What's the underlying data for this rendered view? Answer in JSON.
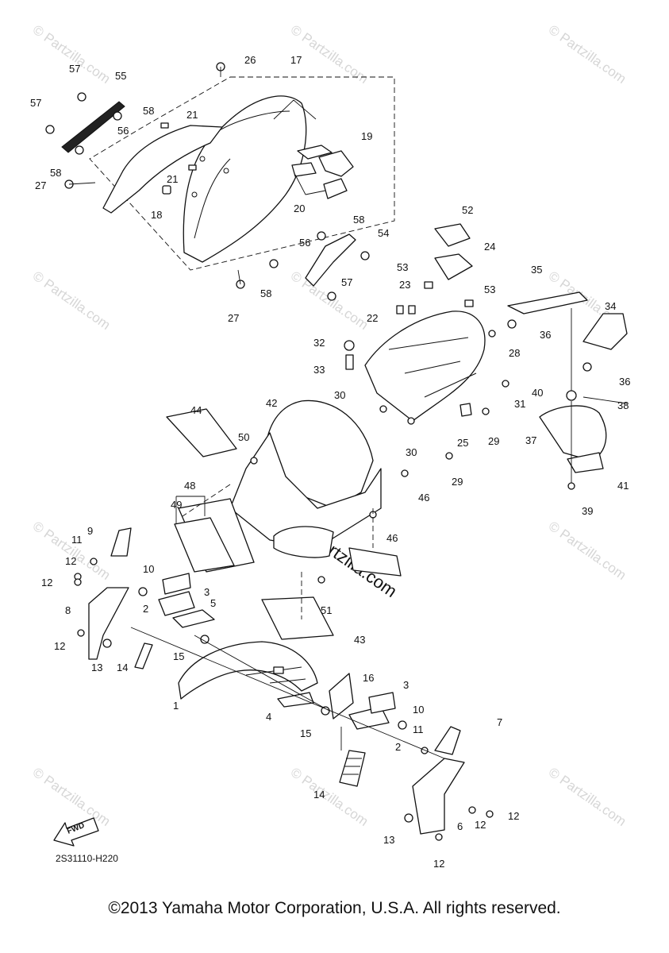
{
  "diagram": {
    "drawing_code": "2S31110-H220",
    "fwd_label": "FWD",
    "copyright": "©2013 Yamaha Motor Corporation, U.S.A. All rights reserved.",
    "watermark": "© Partzilla.com",
    "center_watermark": "© Partzilla.com",
    "callouts": {
      "c1": "1",
      "c2a": "2",
      "c2b": "2",
      "c3a": "3",
      "c3b": "3",
      "c4": "4",
      "c5": "5",
      "c6": "6",
      "c7": "7",
      "c8": "8",
      "c9": "9",
      "c10a": "10",
      "c10b": "10",
      "c11a": "11",
      "c11b": "11",
      "c12a": "12",
      "c12b": "12",
      "c12c": "12",
      "c12d": "12",
      "c12e": "12",
      "c12f": "12",
      "c13a": "13",
      "c13b": "13",
      "c14a": "14",
      "c14b": "14",
      "c15a": "15",
      "c15b": "15",
      "c16": "16",
      "c17": "17",
      "c18": "18",
      "c19": "19",
      "c20": "20",
      "c21a": "21",
      "c21b": "21",
      "c22": "22",
      "c23": "23",
      "c24": "24",
      "c25": "25",
      "c26": "26",
      "c27a": "27",
      "c27b": "27",
      "c28": "28",
      "c29a": "29",
      "c29b": "29",
      "c30a": "30",
      "c30b": "30",
      "c31": "31",
      "c32": "32",
      "c33": "33",
      "c34": "34",
      "c35": "35",
      "c36a": "36",
      "c36b": "36",
      "c37": "37",
      "c38": "38",
      "c39": "39",
      "c40": "40",
      "c41": "41",
      "c42": "42",
      "c43": "43",
      "c44": "44",
      "c46a": "46",
      "c46b": "46",
      "c48": "48",
      "c49": "49",
      "c50": "50",
      "c51": "51",
      "c52": "52",
      "c53a": "53",
      "c53b": "53",
      "c54": "54",
      "c55": "55",
      "c56a": "56",
      "c56b": "56",
      "c57a": "57",
      "c57b": "57",
      "c57c": "57",
      "c58a": "58",
      "c58b": "58",
      "c58c": "58",
      "c58d": "58"
    }
  }
}
